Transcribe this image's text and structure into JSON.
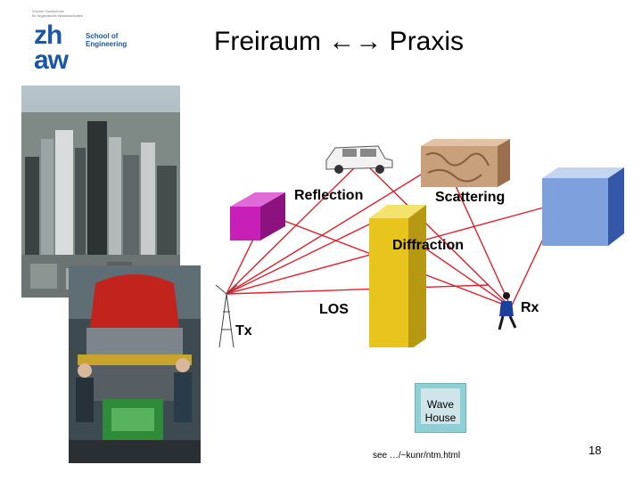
{
  "logo": {
    "small_text_1": "Zürcher Hochschule",
    "small_text_2": "für Angewandte Wissenschaften",
    "zh": "zh",
    "aw": "aw",
    "school_line1": "School of",
    "school_line2": "Engineering",
    "color": "#1b57a6"
  },
  "title": "Freiraum ←→ Praxis",
  "diagram": {
    "labels": {
      "reflection": "Reflection",
      "scattering": "Scattering",
      "diffraction": "Diffraction",
      "los": "LOS",
      "tx": "Tx",
      "rx": "Rx"
    },
    "colors": {
      "rays": "#e0202a",
      "reflector": "#c71fb8",
      "diffractor": "#e8c51c",
      "blue_box": "#5a7fd6",
      "scatterer": "#c9a07c"
    }
  },
  "wave_house": {
    "line1": "Wave",
    "line2": "House"
  },
  "footer_link": "see …/~kunr/ntm.html",
  "page_number": "18"
}
